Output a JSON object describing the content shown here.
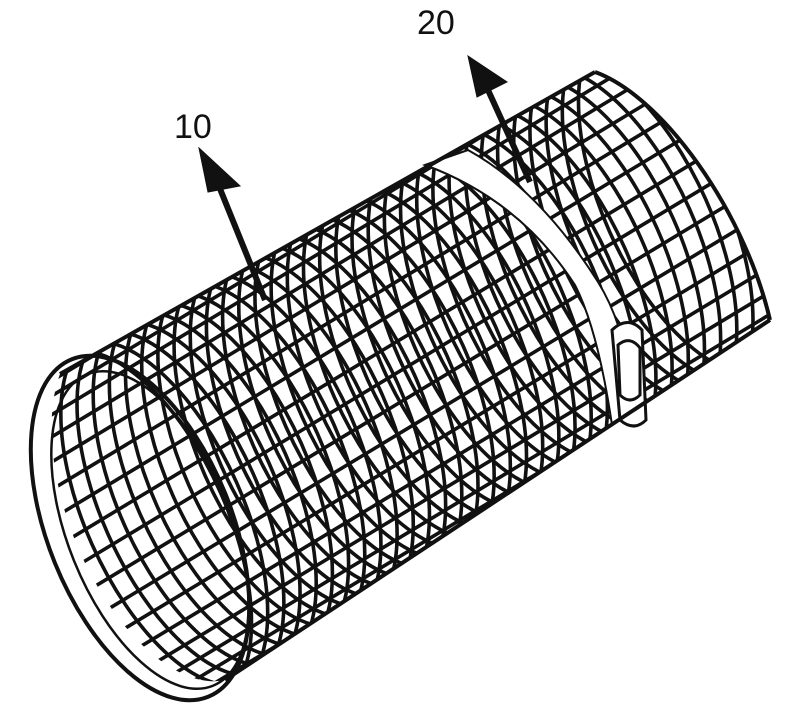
{
  "figure": {
    "callouts": [
      {
        "id": "mesh-tube",
        "label": "10"
      },
      {
        "id": "clamp-band",
        "label": "20"
      }
    ],
    "colors": {
      "line": "#111111",
      "background": "#ffffff",
      "band": "#ffffff"
    }
  }
}
